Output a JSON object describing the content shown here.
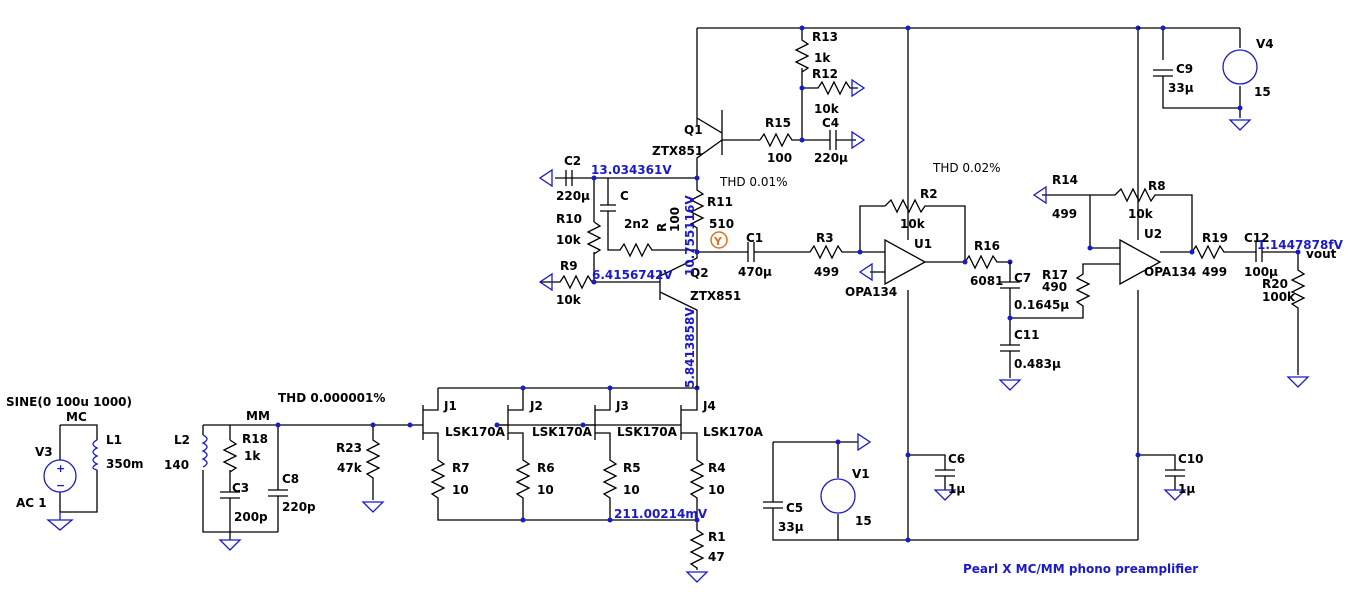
{
  "colors": {
    "wire": "#000000",
    "accent": "#1a1ac8",
    "probe": "#e07020"
  },
  "title": "Pearl X MC/MM phono preamplifier",
  "sources": {
    "v3": {
      "name": "V3",
      "spec": "SINE(0 100u 1000)",
      "ac": "AC 1"
    },
    "v1": {
      "name": "V1",
      "value": "15"
    },
    "v4": {
      "name": "V4",
      "value": "15"
    }
  },
  "net_labels": {
    "mc": "MC",
    "mm": "MM",
    "vout": "vout"
  },
  "thd": {
    "input": "THD 0.000001%",
    "stage1": "THD 0.01%",
    "stage2": "THD 0.02%"
  },
  "node_voltages": {
    "v1": "13.034361V",
    "v2": "6.4156742V",
    "v3": "10.755116V",
    "v4": "5.8413858V",
    "v5": "211.00214mV",
    "v6": "1.1447878fV"
  },
  "probe_label": "Y",
  "components": {
    "L1": {
      "name": "L1",
      "value": "350m"
    },
    "L2": {
      "name": "L2",
      "value": "140"
    },
    "R18": {
      "name": "R18",
      "value": "1k"
    },
    "C3": {
      "name": "C3",
      "value": "200p"
    },
    "C8": {
      "name": "C8",
      "value": "220p"
    },
    "R23": {
      "name": "R23",
      "value": "47k"
    },
    "J1": {
      "name": "J1",
      "model": "LSK170A"
    },
    "J2": {
      "name": "J2",
      "model": "LSK170A"
    },
    "J3": {
      "name": "J3",
      "model": "LSK170A"
    },
    "J4": {
      "name": "J4",
      "model": "LSK170A"
    },
    "R7": {
      "name": "R7",
      "value": "10"
    },
    "R6": {
      "name": "R6",
      "value": "10"
    },
    "R5": {
      "name": "R5",
      "value": "10"
    },
    "R4": {
      "name": "R4",
      "value": "10"
    },
    "R1": {
      "name": "R1",
      "value": "47"
    },
    "Q1": {
      "name": "Q1",
      "model": "ZTX851"
    },
    "Q2": {
      "name": "Q2",
      "model": "ZTX851"
    },
    "R13": {
      "name": "R13",
      "value": "1k"
    },
    "R12": {
      "name": "R12",
      "value": "10k"
    },
    "R15": {
      "name": "R15",
      "value": "100"
    },
    "C4": {
      "name": "C4",
      "value": "220μ"
    },
    "C2": {
      "name": "C2",
      "value": "220μ"
    },
    "C": {
      "name": "C",
      "value": "2n2"
    },
    "R": {
      "name": "R",
      "value": "100"
    },
    "R11": {
      "name": "R11",
      "value": "510"
    },
    "R10": {
      "name": "R10",
      "value": "10k"
    },
    "R9": {
      "name": "R9",
      "value": "10k"
    },
    "C1": {
      "name": "C1",
      "value": "470μ"
    },
    "R3": {
      "name": "R3",
      "value": "499"
    },
    "R2": {
      "name": "R2",
      "value": "10k"
    },
    "U1": {
      "name": "U1",
      "model": "OPA134"
    },
    "R16": {
      "name": "R16",
      "value": "6081"
    },
    "C7": {
      "name": "C7",
      "value": "0.1645μ"
    },
    "C11": {
      "name": "C11",
      "value": "0.483μ"
    },
    "R17": {
      "name": "R17",
      "value": "490"
    },
    "R14": {
      "name": "R14",
      "value": "499"
    },
    "R8": {
      "name": "R8",
      "value": "10k"
    },
    "U2": {
      "name": "U2",
      "model": "OPA134"
    },
    "R19": {
      "name": "R19",
      "value": "499"
    },
    "C12": {
      "name": "C12",
      "value": "100μ"
    },
    "R20": {
      "name": "R20",
      "value": "100k"
    },
    "C9": {
      "name": "C9",
      "value": "33μ"
    },
    "C5": {
      "name": "C5",
      "value": "33μ"
    },
    "C6": {
      "name": "C6",
      "value": "1μ"
    },
    "C10": {
      "name": "C10",
      "value": "1μ"
    }
  }
}
